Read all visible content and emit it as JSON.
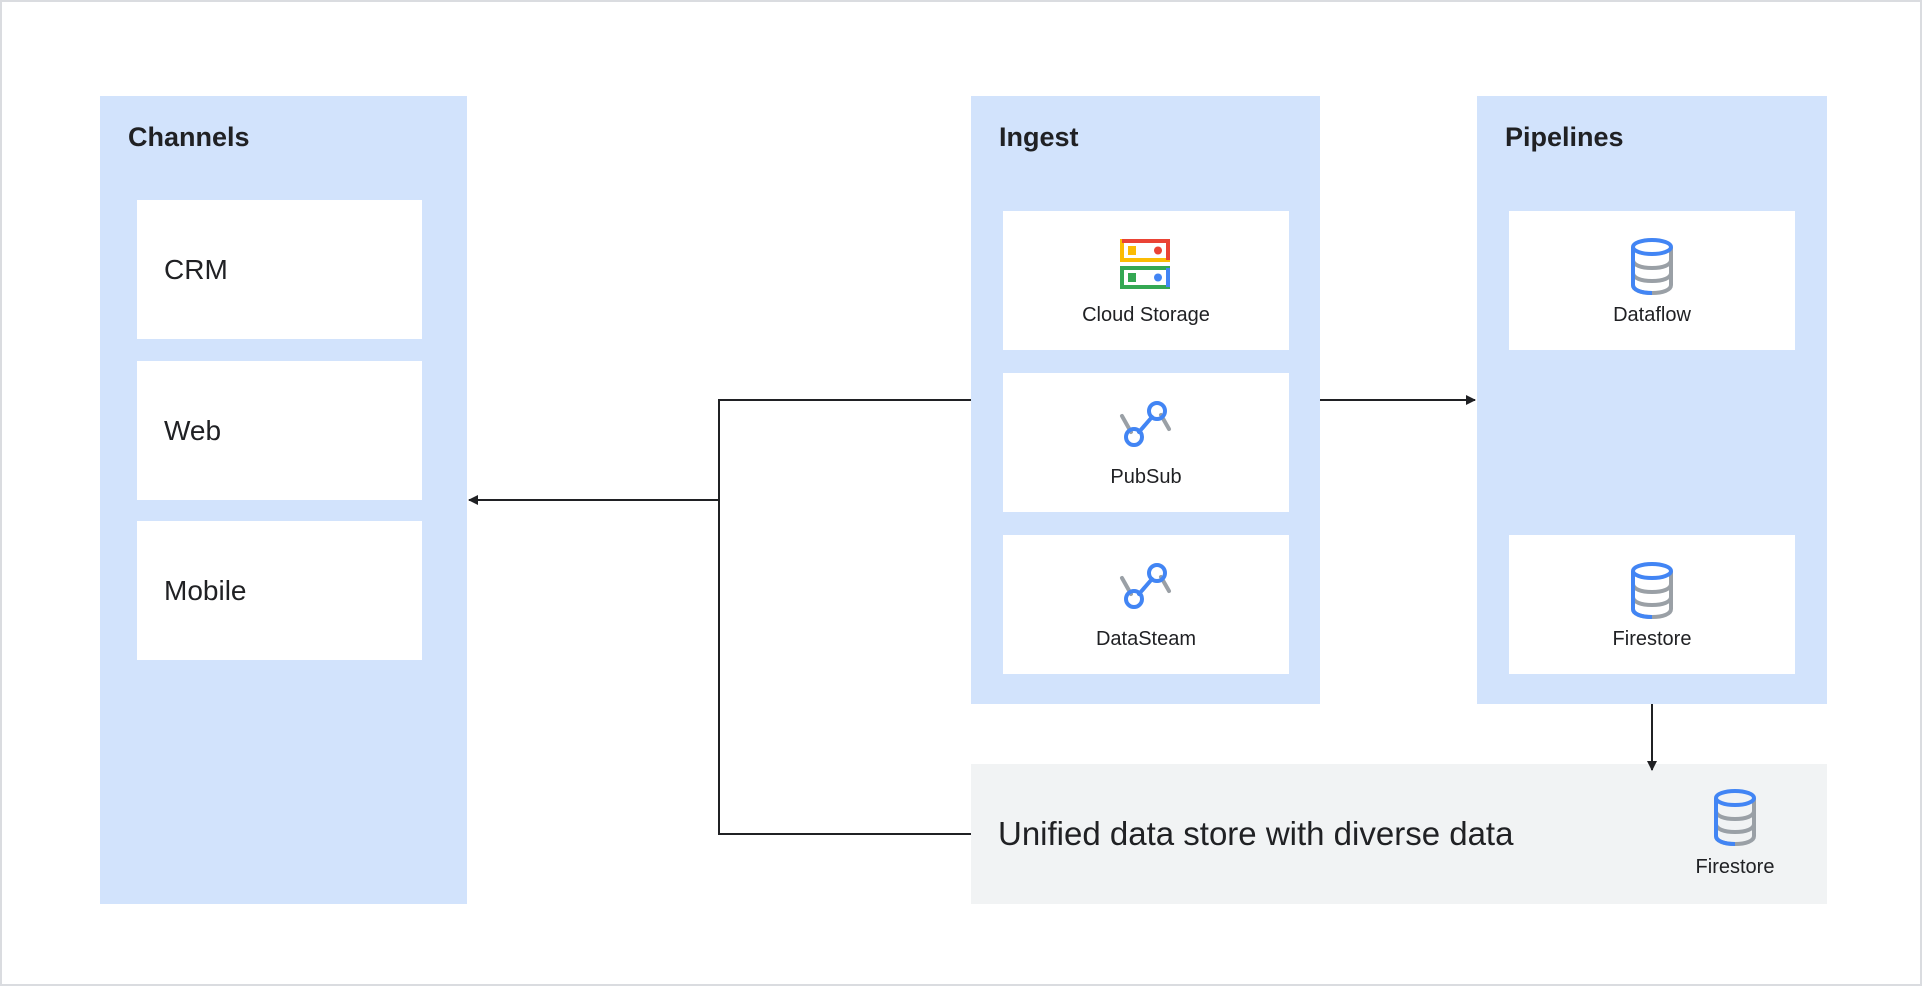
{
  "channels": {
    "title": "Channels",
    "items": [
      {
        "label": "CRM"
      },
      {
        "label": "Web"
      },
      {
        "label": "Mobile"
      }
    ]
  },
  "ingest": {
    "title": "Ingest",
    "items": [
      {
        "label": "Cloud Storage",
        "icon": "cloud-storage-icon"
      },
      {
        "label": "PubSub",
        "icon": "pubsub-icon"
      },
      {
        "label": "DataSteam",
        "icon": "datastream-icon"
      }
    ]
  },
  "pipelines": {
    "title": "Pipelines",
    "items": [
      {
        "label": "Dataflow",
        "icon": "database-icon"
      },
      {
        "label": "Firestore",
        "icon": "database-icon"
      }
    ]
  },
  "store": {
    "text": "Unified data store with diverse data",
    "label": "Firestore",
    "icon": "database-icon"
  },
  "colors": {
    "group_bg": "#d2e3fc",
    "store_bg": "#f1f3f4",
    "connector": "#202124",
    "google_blue": "#4285f4",
    "google_red": "#ea4335",
    "google_yellow": "#fbbc04",
    "google_green": "#34a853",
    "icon_grey": "#9aa0a6"
  }
}
